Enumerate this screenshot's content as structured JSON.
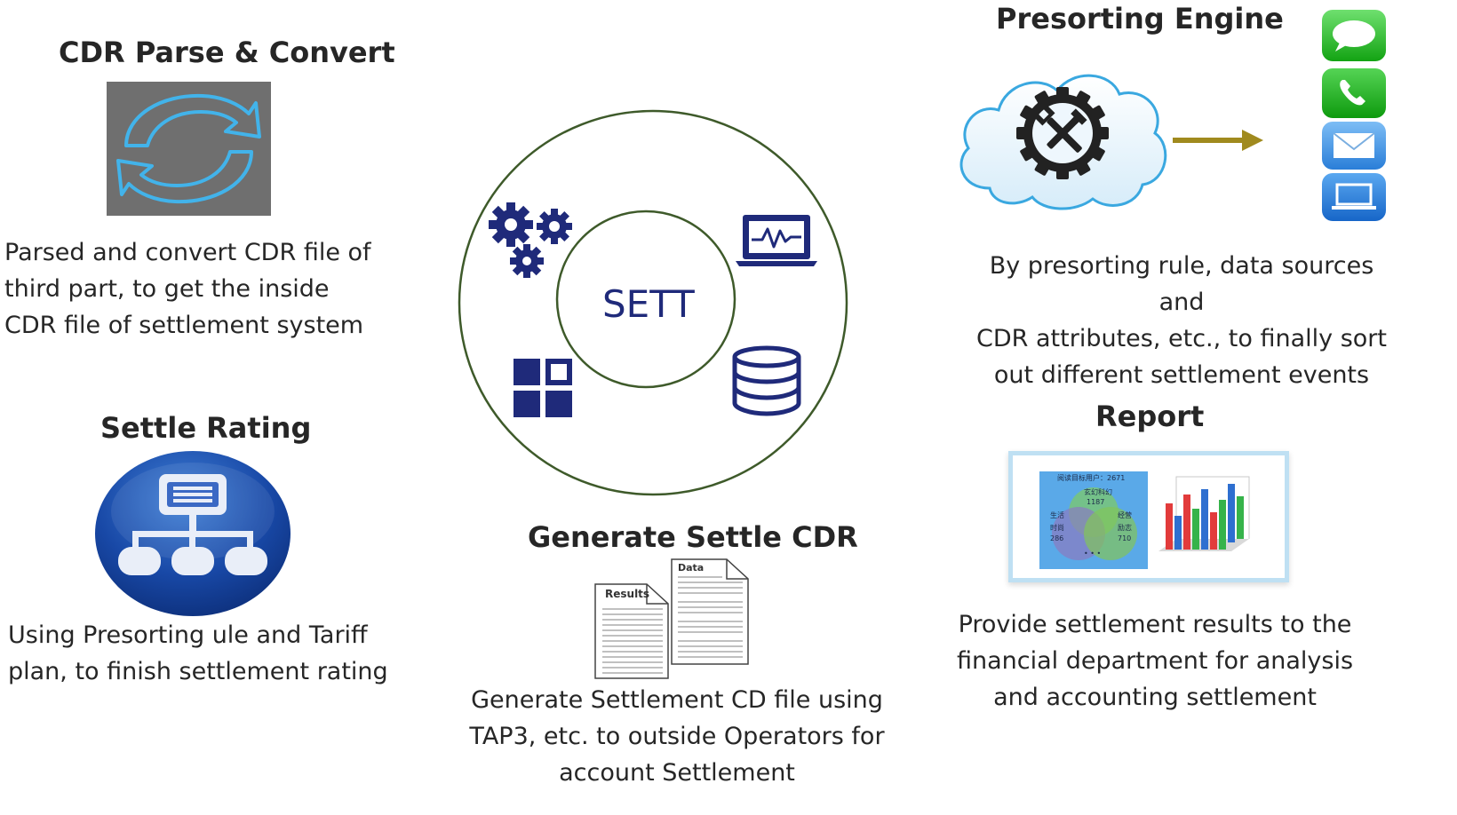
{
  "cdr_parse": {
    "title": "CDR Parse & Convert",
    "desc": [
      "Parsed and convert CDR file of",
      "third part, to get the inside",
      "CDR file of settlement system"
    ]
  },
  "settle_rating": {
    "title": "Settle Rating",
    "desc": [
      "Using Presorting ule and Tariff",
      "plan, to finish settlement rating"
    ]
  },
  "presorting": {
    "title": "Presorting Engine",
    "desc": [
      "By presorting rule, data sources and",
      "CDR attributes, etc., to finally sort",
      "out different settlement events"
    ]
  },
  "report": {
    "title": "Report",
    "desc": [
      "Provide settlement results to the",
      "financial department for analysis",
      "and accounting settlement"
    ],
    "venn": {
      "header": "阅读目标用户：2671",
      "top_label": "玄幻科幻",
      "top_value": "1187",
      "left_label_1": "生活",
      "left_label_2": "时尚",
      "left_value": "286",
      "right_label_1": "经营",
      "right_label_2": "励志",
      "right_value": "710",
      "bottom": "• • •"
    }
  },
  "generate": {
    "title": "Generate Settle CDR",
    "desc": [
      "Generate Settlement CD file using",
      "TAP3, etc. to outside Operators for",
      "account Settlement"
    ],
    "doc_results": "Results",
    "doc_data": "Data"
  },
  "hub": {
    "label": "SETT"
  },
  "icons": {
    "refresh": "refresh-arrows-icon",
    "org": "org-chart-icon",
    "gear_wrench": "gear-wrench-icon",
    "gears": "gears-icon",
    "monitor": "laptop-monitor-icon",
    "grid": "dashboard-grid-icon",
    "database": "database-icon",
    "chat": "chat-app-icon",
    "phone": "phone-app-icon",
    "mail": "mail-app-icon",
    "laptop": "laptop-app-icon"
  },
  "colors": {
    "navy": "#1f2a7a",
    "circle_green": "#3e5a2a",
    "cyan": "#3aa8e0",
    "arrow_gold": "#a08a1e"
  }
}
